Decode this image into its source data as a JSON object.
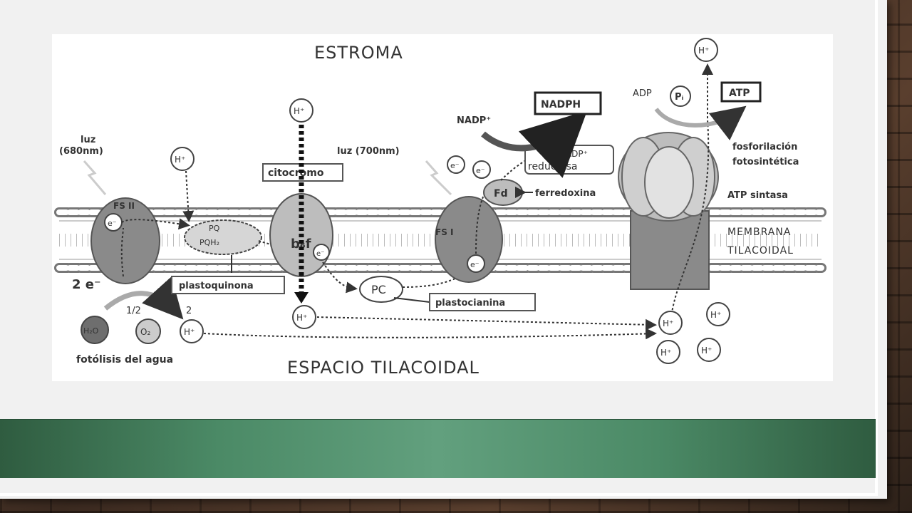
{
  "diagram": {
    "estroma": "ESTROMA",
    "espacio": "ESPACIO TILACOIDAL",
    "h_plus": "H⁺",
    "luz_680_line1": "luz",
    "luz_680_line2": "(680nm)",
    "luz_700": "luz (700nm)",
    "ps2": "FS II",
    "ps1": "FS I",
    "e_minus": "e⁻",
    "two_e": "2 e⁻",
    "half": "1/2",
    "two": "2",
    "h2o": "H₂O",
    "o2": "O₂",
    "fotolisis": "fotólisis del agua",
    "pq": "PQ",
    "pqh2": "PQH₂",
    "plastoquinona": "plastoquinona",
    "citocromo": "citocromo",
    "b6f": "b₆f",
    "pc": "PC",
    "plastocianina": "plastocianina",
    "fd": "Fd",
    "ferredoxina": "ferredoxina",
    "nadp_plus": "NADP⁺",
    "nadph": "NADPH",
    "nadp_reductasa_line1": "NADP⁺",
    "nadp_reductasa_line2": "reductasa",
    "adp": "ADP",
    "pi": "Pᵢ",
    "atp": "ATP",
    "fosforilacion_line1": "fosforilación",
    "fosforilacion_line2": "fotosintética",
    "atp_sintasa": "ATP sintasa",
    "membrana_line1": "MEMBRANA",
    "membrana_line2": "TILACOIDAL"
  },
  "colors": {
    "band": "#4b8a66",
    "protein_dark": "#8a8a8a",
    "protein_light": "#bdbdbd",
    "water": "#6e6e6e"
  }
}
